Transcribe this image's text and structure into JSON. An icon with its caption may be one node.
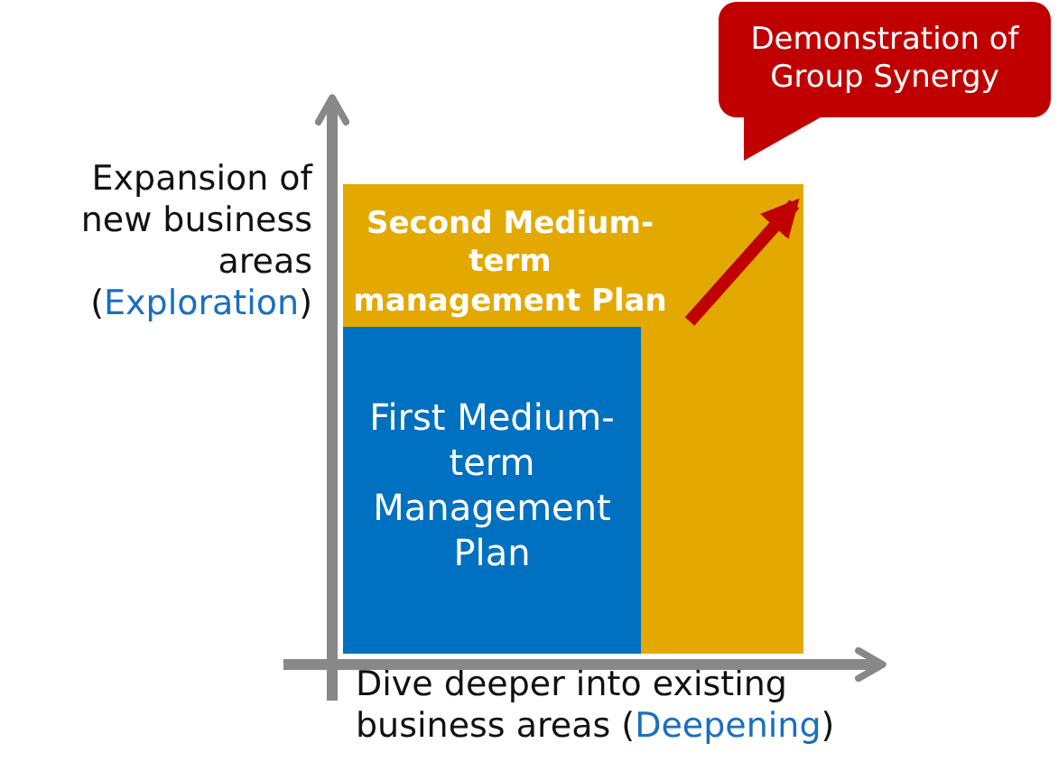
{
  "diagram": {
    "nodes": [
      {
        "text": [
          "Second Medium-term management Plan"
        ]
      },
      {
        "text": [
          "First Medium-term Management Plan"
        ],
        "in": 0
      },
      {
        "text": [
          "Demonstration of Group Synergy"
        ]
      }
    ],
    "edges": [],
    "labels": [
      "Expansion of new business areas (Exploration)",
      "Dive deeper into existing business areas (Deepening)"
    ]
  }
}
